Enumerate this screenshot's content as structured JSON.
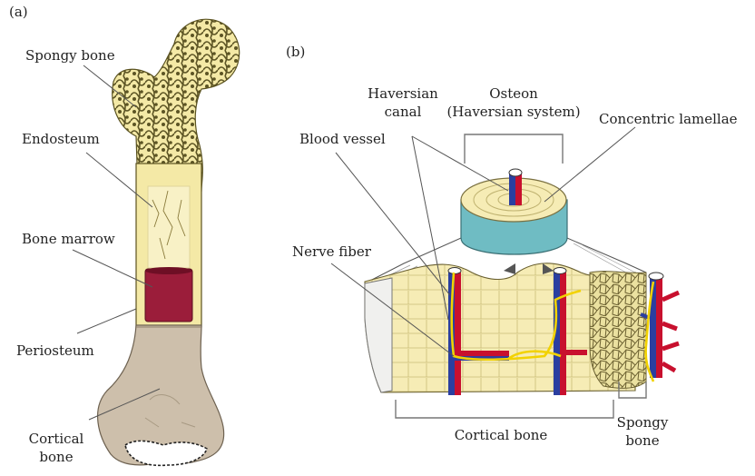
{
  "panel_a": {
    "tag": "(a)",
    "labels": {
      "spongy_bone": "Spongy bone",
      "endosteum": "Endosteum",
      "bone_marrow": "Bone marrow",
      "periosteum": "Periosteum",
      "cortical_bone_1": "Cortical",
      "cortical_bone_2": "bone"
    }
  },
  "panel_b": {
    "tag": "(b)",
    "labels": {
      "haversian_canal_1": "Haversian",
      "haversian_canal_2": "canal",
      "osteon_1": "Osteon",
      "osteon_2": "(Haversian system)",
      "concentric_lamellae": "Concentric lamellae",
      "blood_vessel": "Blood vessel",
      "nerve_fiber": "Nerve fiber",
      "cortical_bone": "Cortical bone",
      "spongy_bone_1": "Spongy",
      "spongy_bone_2": "bone"
    }
  },
  "colors": {
    "bone": "#f4e9a6",
    "marrow": "#9b1d3a",
    "epiphysis_bottom": "#cdbfab",
    "osteon_band": "#6fbcc3",
    "artery": "#c8102e",
    "vein": "#2a3fa0",
    "nerve": "#f2d200"
  }
}
